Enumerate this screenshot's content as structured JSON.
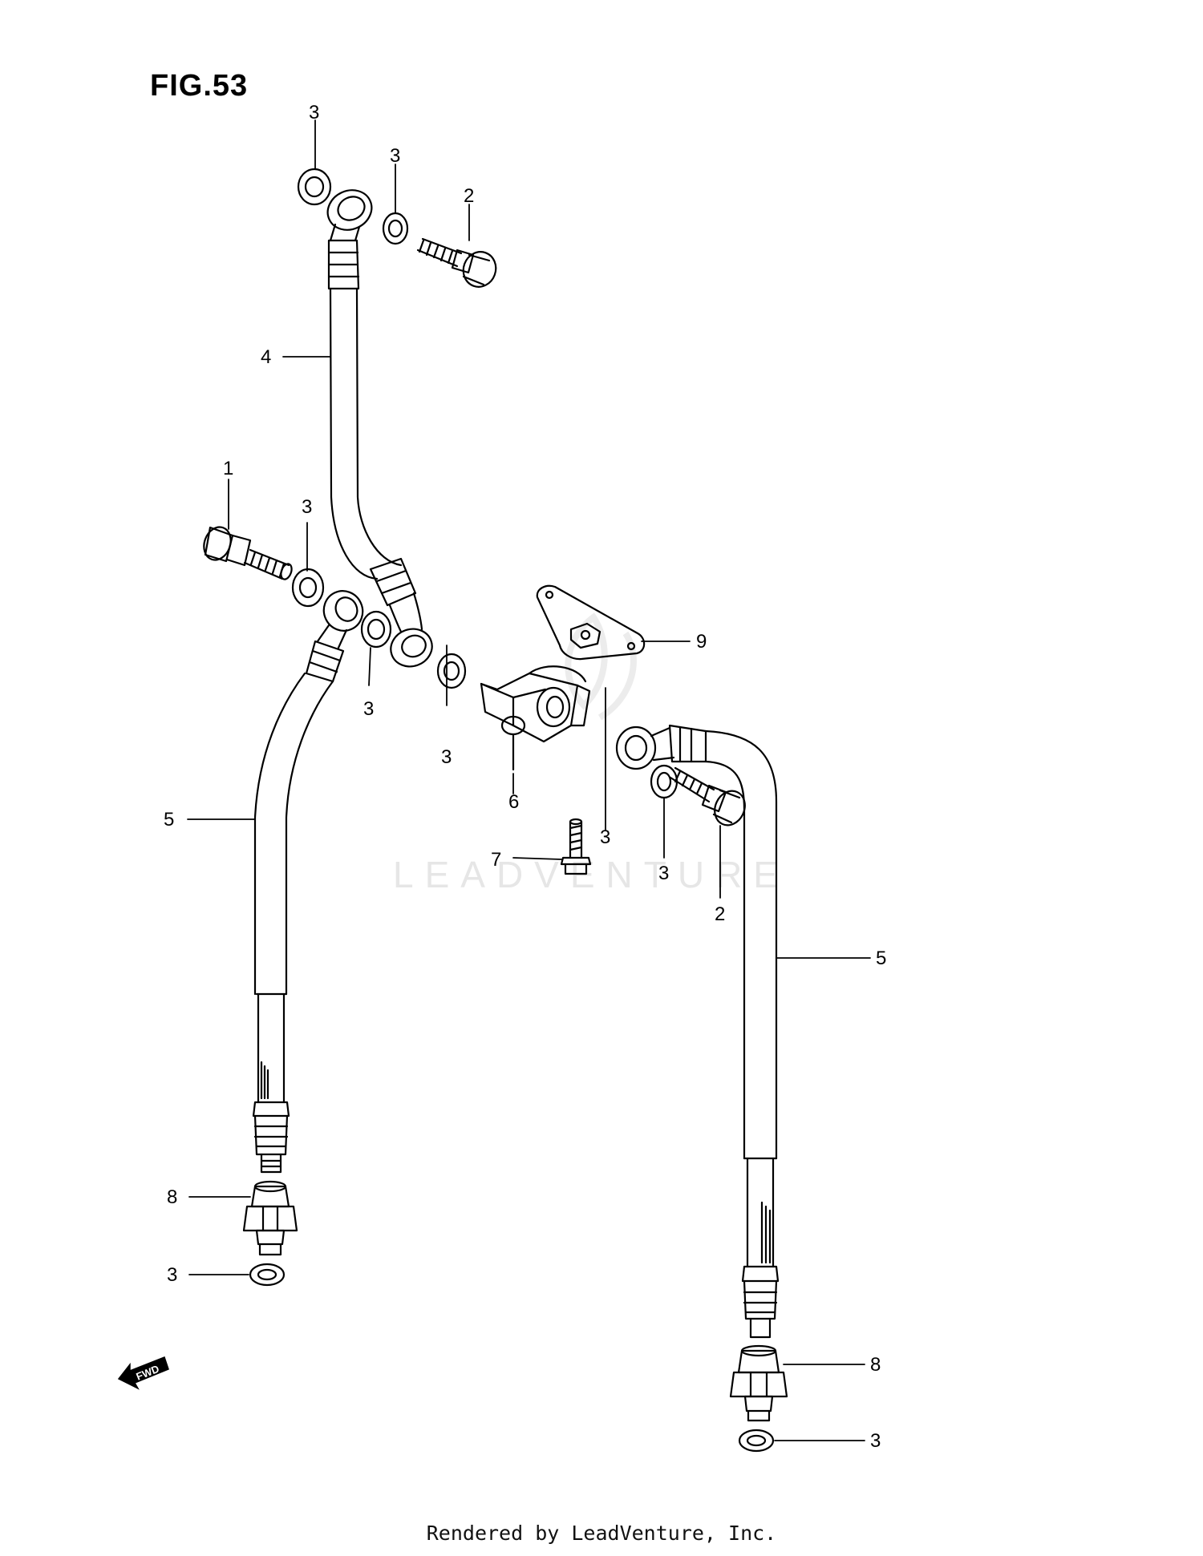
{
  "figure": {
    "title": "FIG.53"
  },
  "footer": {
    "text": "Rendered by LeadVenture, Inc."
  },
  "watermark": {
    "text": "LEADVENTURE"
  },
  "direction_marker": {
    "text": "FWD",
    "icon": "forward-arrow-icon"
  },
  "callouts": [
    {
      "id": "c1",
      "label": "3"
    },
    {
      "id": "c2",
      "label": "3"
    },
    {
      "id": "c3",
      "label": "2"
    },
    {
      "id": "c4",
      "label": "4"
    },
    {
      "id": "c5",
      "label": "1"
    },
    {
      "id": "c6",
      "label": "3"
    },
    {
      "id": "c7",
      "label": "3"
    },
    {
      "id": "c8",
      "label": "3"
    },
    {
      "id": "c9",
      "label": "9"
    },
    {
      "id": "c10",
      "label": "6"
    },
    {
      "id": "c11",
      "label": "5"
    },
    {
      "id": "c12",
      "label": "3"
    },
    {
      "id": "c13",
      "label": "7"
    },
    {
      "id": "c14",
      "label": "3"
    },
    {
      "id": "c15",
      "label": "2"
    },
    {
      "id": "c16",
      "label": "5"
    },
    {
      "id": "c17",
      "label": "8"
    },
    {
      "id": "c18",
      "label": "3"
    },
    {
      "id": "c19",
      "label": "8"
    },
    {
      "id": "c20",
      "label": "3"
    }
  ],
  "colors": {
    "line": "#000000",
    "background": "#ffffff",
    "watermark": "#e6e6e6"
  }
}
